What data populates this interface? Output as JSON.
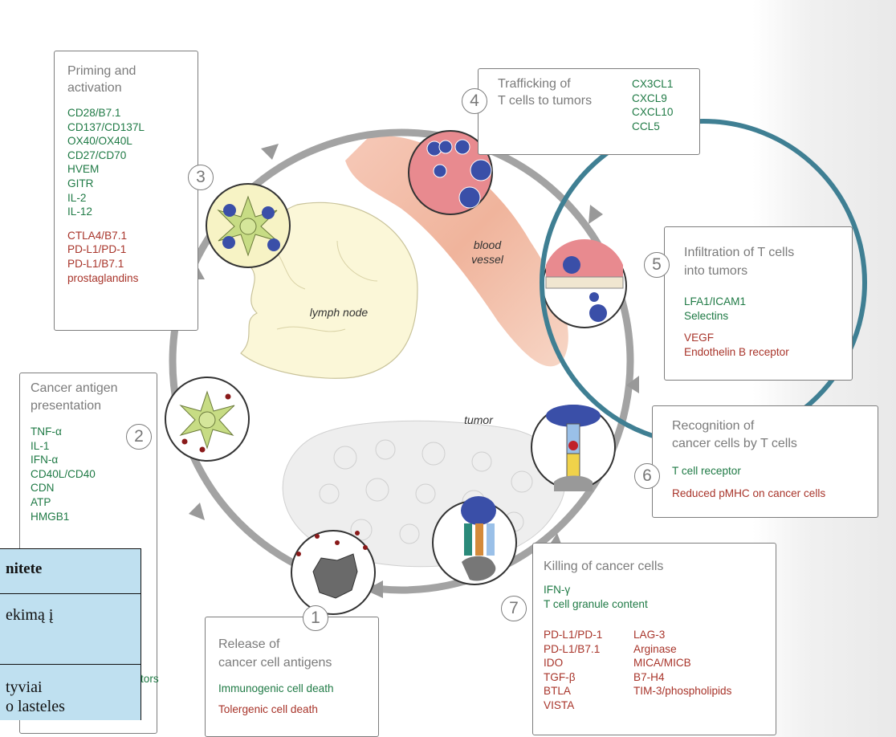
{
  "steps": {
    "s1": {
      "number": "1",
      "title": "Release of\ncancer cell antigens",
      "green": [
        "Immunogenic cell death"
      ],
      "red": [
        "Tolergenic cell death"
      ]
    },
    "s2": {
      "number": "2",
      "title": "Cancer antigen\npresentation",
      "green": [
        "TNF-α",
        "IL-1",
        "IFN-α",
        "CD40L/CD40",
        "CDN",
        "ATP",
        "HMGB1"
      ],
      "partial": "tors"
    },
    "s3": {
      "number": "3",
      "title": "Priming and\nactivation",
      "green": [
        "CD28/B7.1",
        "CD137/CD137L",
        "OX40/OX40L",
        "CD27/CD70",
        "HVEM",
        "GITR",
        "IL-2",
        "IL-12"
      ],
      "red": [
        "CTLA4/B7.1",
        "PD-L1/PD-1",
        "PD-L1/B7.1",
        "prostaglandins"
      ]
    },
    "s4": {
      "number": "4",
      "title": "Trafficking of\nT cells to tumors",
      "green": [
        "CX3CL1",
        "CXCL9",
        "CXCL10",
        "CCL5"
      ]
    },
    "s5": {
      "number": "5",
      "title": "Infiltration of T cells\ninto tumors",
      "green": [
        "LFA1/ICAM1",
        "Selectins"
      ],
      "red": [
        "VEGF",
        "Endothelin B receptor"
      ]
    },
    "s6": {
      "number": "6",
      "title": "Recognition of\ncancer cells by T cells",
      "green": [
        "T cell receptor"
      ],
      "red": [
        "Reduced pMHC on cancer cells"
      ]
    },
    "s7": {
      "number": "7",
      "title": "Killing of cancer cells",
      "green": [
        "IFN-γ",
        "T cell granule content"
      ],
      "red_col1": [
        "PD-L1/PD-1",
        "PD-L1/B7.1",
        "IDO",
        "TGF-β",
        "BTLA",
        "VISTA"
      ],
      "red_col2": [
        "LAG-3",
        "Arginase",
        "MICA/MICB",
        "B7-H4",
        "TIM-3/phospholipids"
      ]
    }
  },
  "labels": {
    "blood_vessel": "blood\nvessel",
    "lymph_node": "lymph node",
    "tumor": "tumor"
  },
  "overlay_table": {
    "header": "nitete",
    "row1": "ekimą į",
    "row2a": "tyviai",
    "row2b": "o lasteles"
  },
  "colors": {
    "green_text": "#1f7a45",
    "red_text": "#a8342a",
    "highlight_ring": "#3f7f93",
    "table_bg": "#bfe0f0"
  }
}
